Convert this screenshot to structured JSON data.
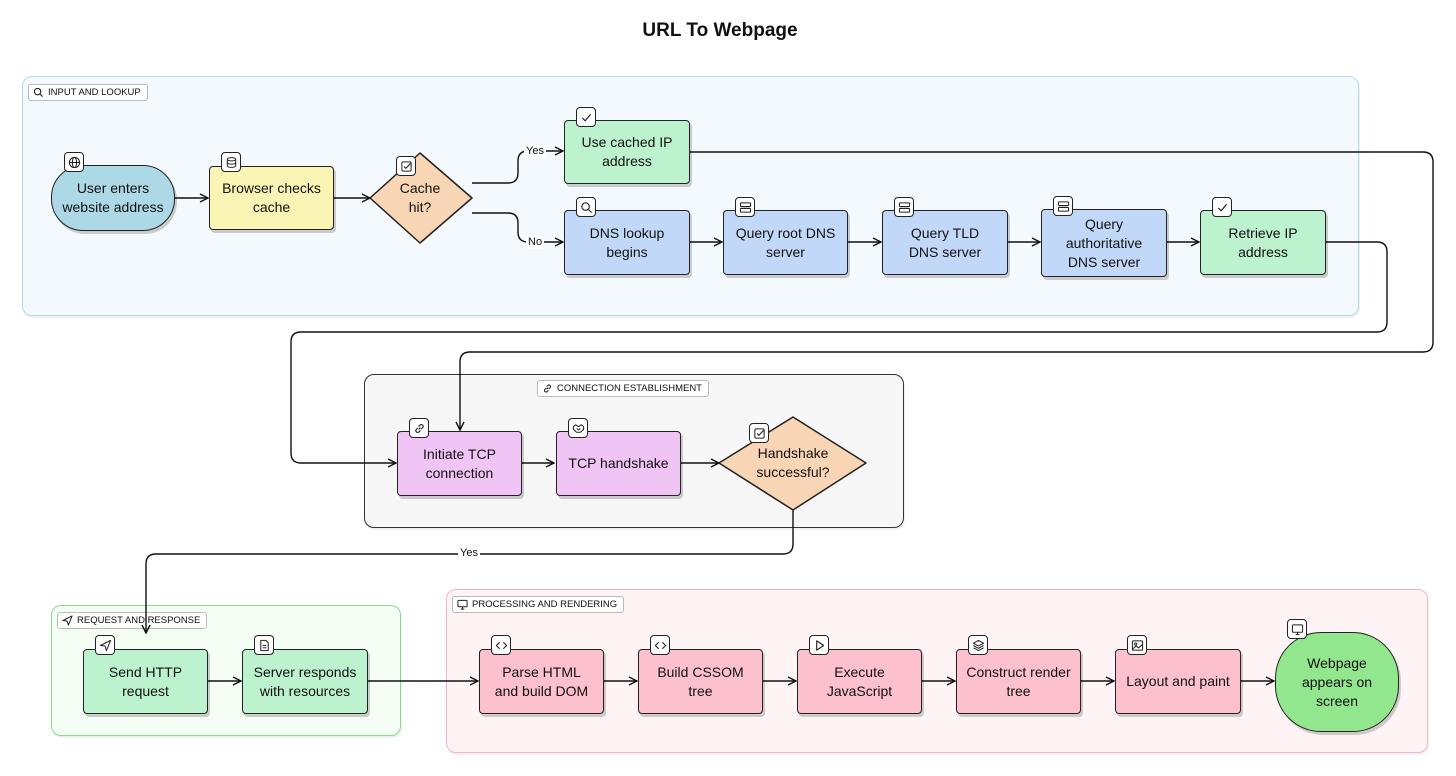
{
  "title": "URL To Webpage",
  "groups": {
    "input_lookup": "INPUT AND LOOKUP",
    "connection": "CONNECTION ESTABLISHMENT",
    "request_response": "REQUEST AND RESPONSE",
    "processing": "PROCESSING AND RENDERING"
  },
  "nodes": {
    "user_enters": "User enters\nwebsite address",
    "browser_checks": "Browser checks\ncache",
    "cache_hit": "Cache\nhit?",
    "use_cached": "Use cached IP\naddress",
    "dns_lookup": "DNS lookup\nbegins",
    "query_root": "Query root DNS\nserver",
    "query_tld": "Query TLD\nDNS server",
    "query_auth": "Query\nauthoritative\nDNS server",
    "retrieve_ip": "Retrieve IP\naddress",
    "initiate_tcp": "Initiate TCP\nconnection",
    "tcp_handshake": "TCP handshake",
    "handshake_ok": "Handshake\nsuccessful?",
    "send_http": "Send HTTP\nrequest",
    "server_responds": "Server responds\nwith resources",
    "parse_html": "Parse HTML\nand build DOM",
    "build_cssom": "Build CSSOM\ntree",
    "execute_js": "Execute\nJavaScript",
    "construct_render": "Construct render\ntree",
    "layout_paint": "Layout and paint",
    "webpage_appears": "Webpage\nappears on\nscreen"
  },
  "edge_labels": {
    "yes_cache": "Yes",
    "no_cache": "No",
    "yes_handshake": "Yes"
  },
  "colors": {
    "blue_pill": "#add8e6",
    "yellow": "#faf5b4",
    "orange": "#f8d5b5",
    "green": "#bdf2cf",
    "blue": "#c2d8f8",
    "purple": "#f0c4f4",
    "pink": "#fcc1cc",
    "bright_green": "#92e68d"
  }
}
